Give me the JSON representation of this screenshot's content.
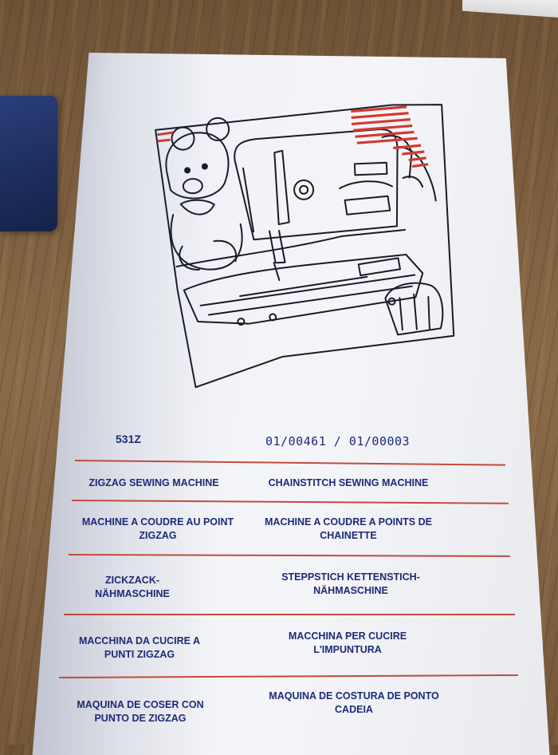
{
  "header": {
    "model_code": "531Z",
    "part_numbers": "01/00461 / 01/00003"
  },
  "rows": [
    {
      "left": "ZIGZAG SEWING MACHINE",
      "right": "CHAINSTITCH SEWING MACHINE"
    },
    {
      "left": "MACHINE A COUDRE AU POINT ZIGZAG",
      "right": "MACHINE A COUDRE A POINTS DE CHAINETTE"
    },
    {
      "left": "ZICKZACK- NÄHMASCHINE",
      "right": "STEPPSTICH KETTENSTICH- NÄHMASCHINE"
    },
    {
      "left": "MACCHINA DA CUCIRE A PUNTI ZIGZAG",
      "right": "MACCHINA PER CUCIRE L'IMPUNTURA"
    },
    {
      "left": "MAQUINA DE COSER CON PUNTO DE ZIGZAG",
      "right": "MAQUINA DE COSTURA DE PONTO CADEIA"
    }
  ],
  "colors": {
    "ink_blue": "#1e2a78",
    "rule_red": "#c44a3e"
  }
}
